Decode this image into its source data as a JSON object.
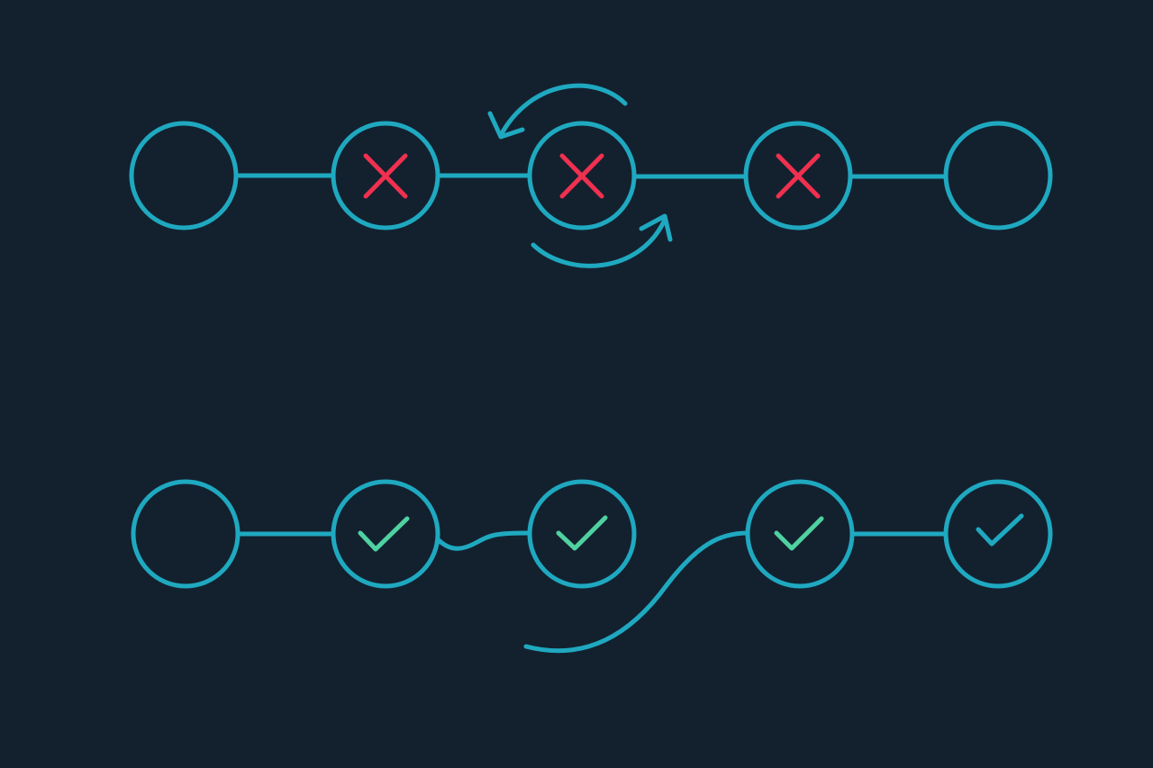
{
  "colors": {
    "background": "#13212f",
    "node": "#1fa9c0",
    "fail": "#f0304f",
    "pass": "#4fd1a0"
  },
  "rows": [
    {
      "name": "top-chain",
      "nodes": [
        "empty",
        "x-icon",
        "x-icon",
        "x-icon",
        "empty"
      ],
      "retry_arrows": true
    },
    {
      "name": "bottom-chain",
      "nodes": [
        "empty",
        "check-icon",
        "check-icon",
        "check-icon",
        "check-icon"
      ],
      "detour_curve": true
    }
  ]
}
